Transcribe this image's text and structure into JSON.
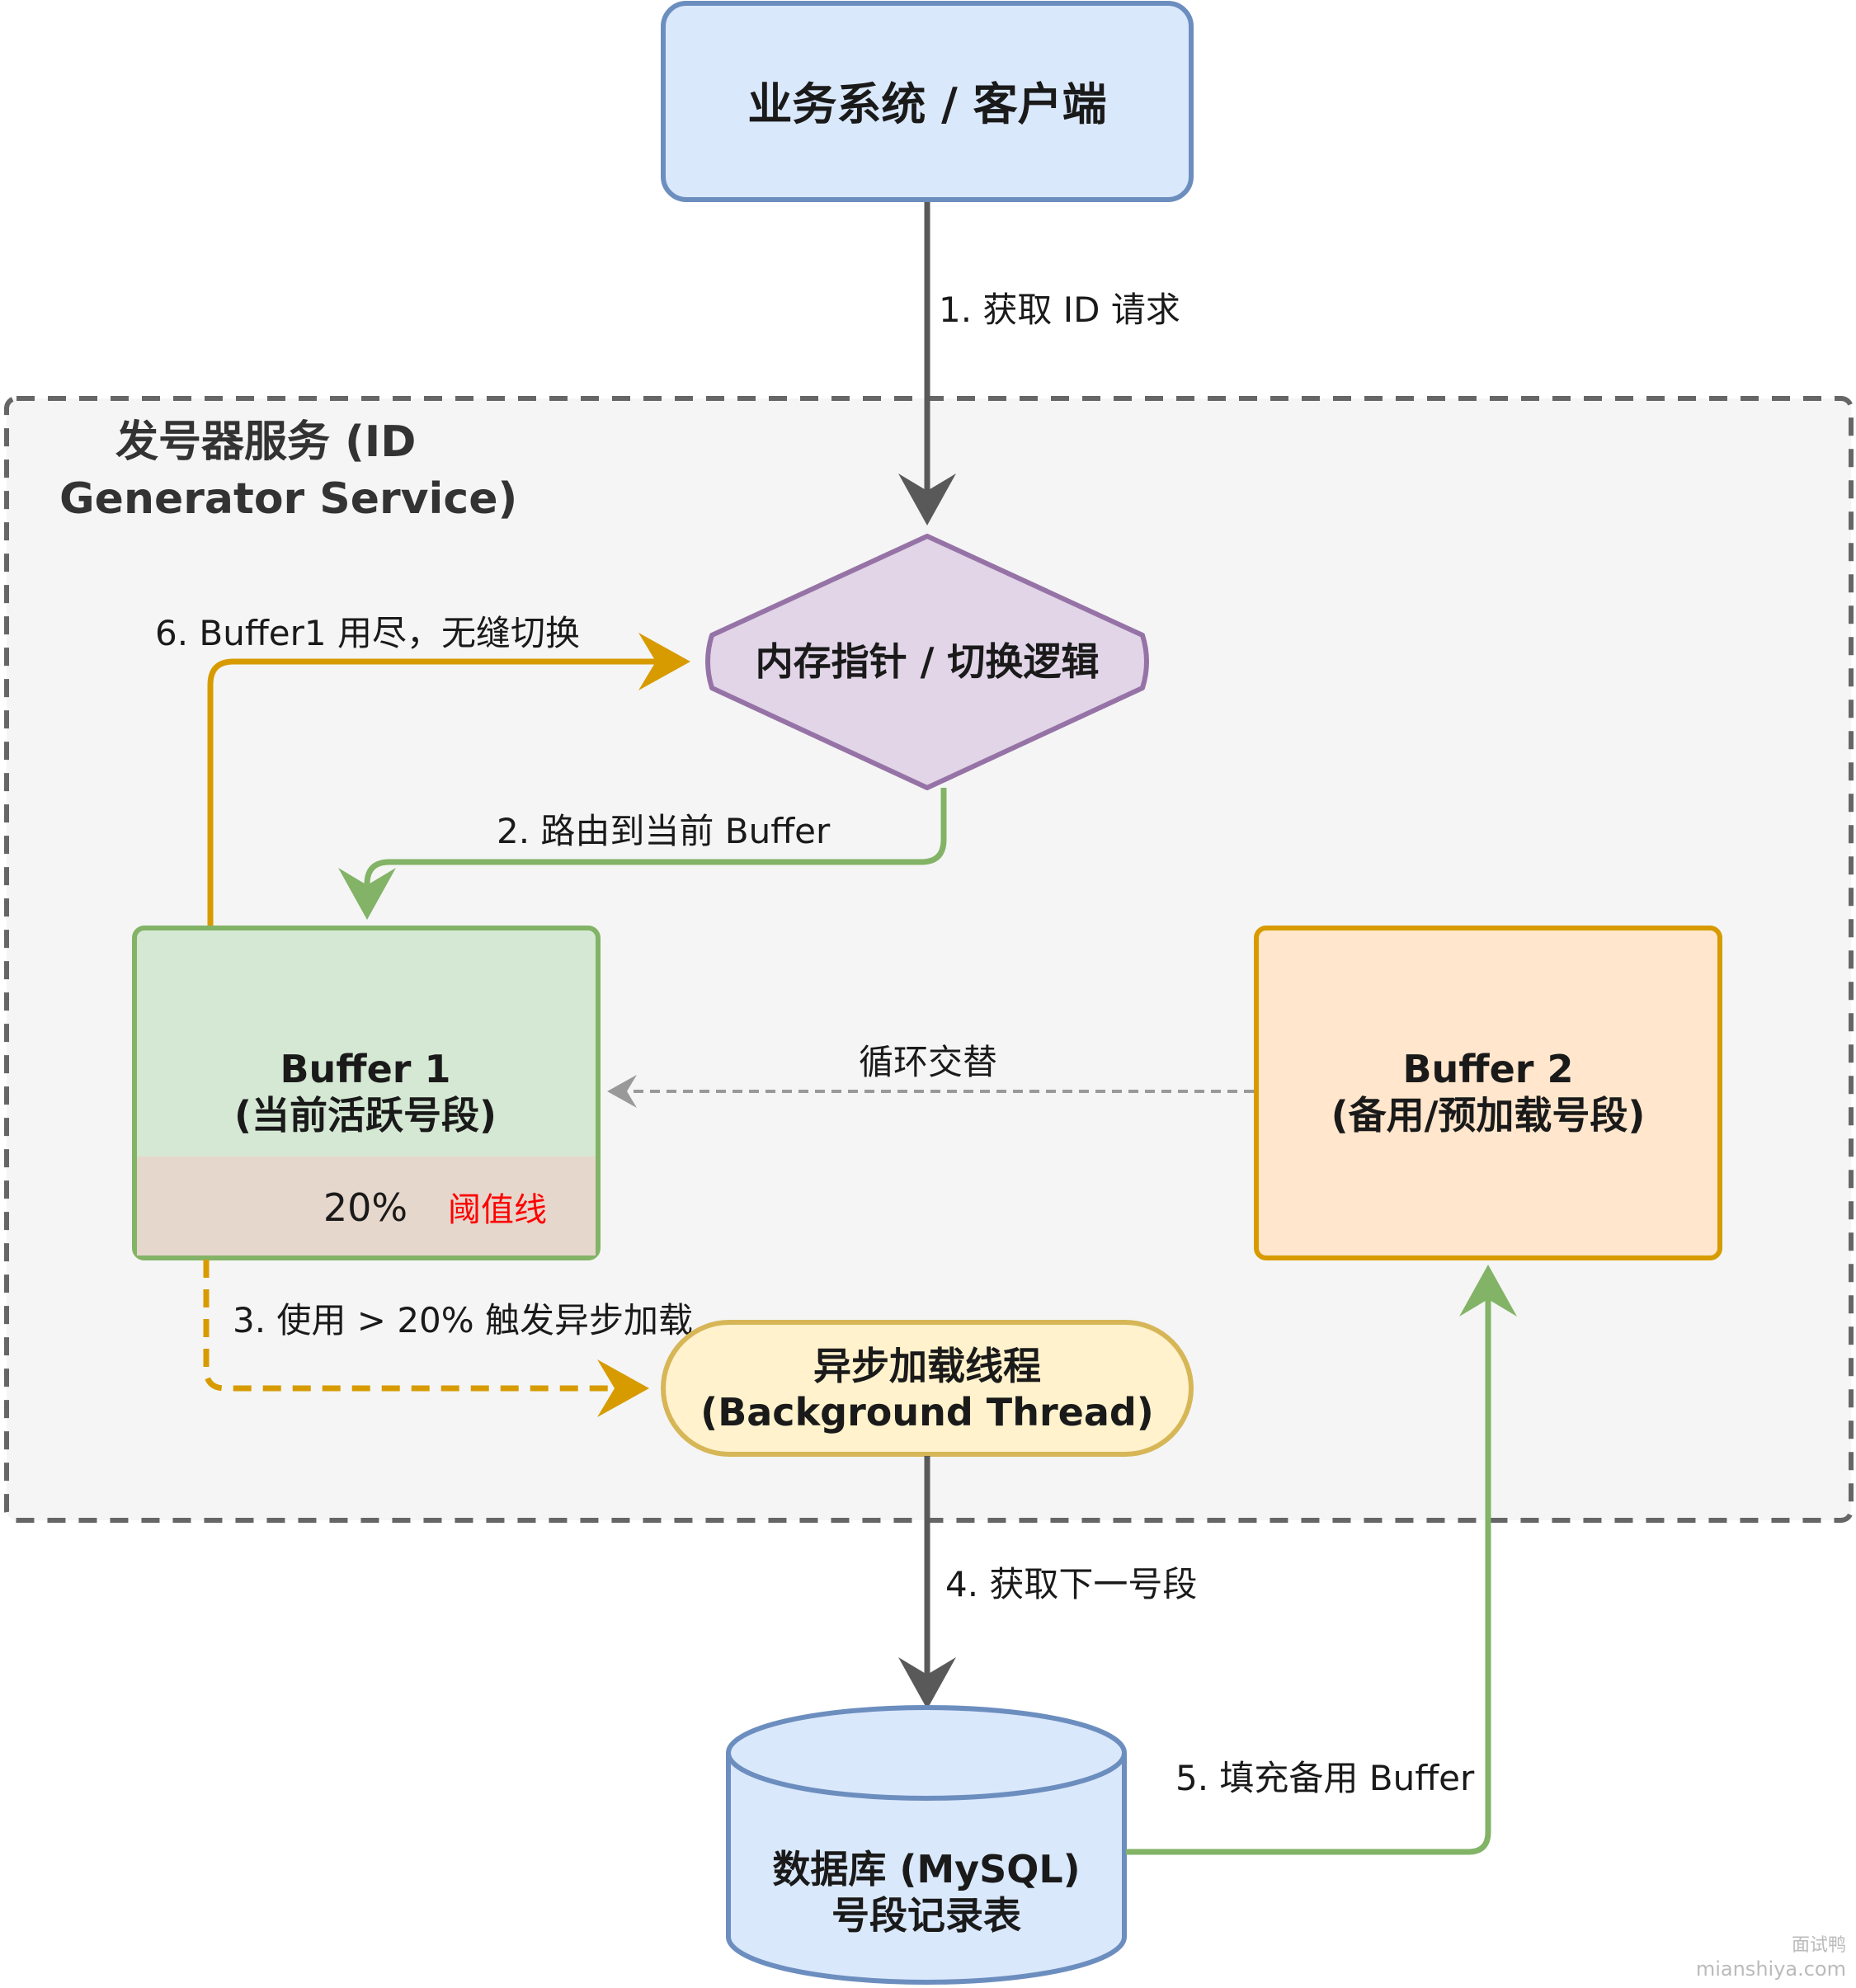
{
  "colors": {
    "client_fill": "#dae8fc",
    "client_stroke": "#6c8ebf",
    "decision_fill": "#e1d5e7",
    "decision_stroke": "#9673a6",
    "buffer1_fill": "#d5e8d4",
    "buffer1_stroke": "#82b366",
    "threshold_fill": "#e6d7cc",
    "buffer2_fill": "#ffe6cc",
    "buffer2_stroke": "#d79b00",
    "thread_fill": "#fff2cc",
    "thread_stroke": "#d6b656",
    "db_fill": "#dae8fc",
    "db_stroke": "#6c8ebf",
    "service_fill": "#f5f5f5",
    "service_stroke": "#666666",
    "arrow_dark": "#595959",
    "arrow_orange": "#d79b00",
    "arrow_green": "#82b366",
    "arrow_gray": "#999999",
    "threshold_label": "#ff0000"
  },
  "nodes": {
    "client": {
      "label": "业务系统 / 客户端"
    },
    "service": {
      "title_line1": "发号器服务 (ID",
      "title_line2": "Generator Service)"
    },
    "switch_logic": {
      "label": "内存指针 / 切换逻辑"
    },
    "buffer1": {
      "line1": "Buffer 1",
      "line2": "(当前活跃号段)",
      "threshold_value": "20%",
      "threshold_label": "阈值线"
    },
    "buffer2": {
      "line1": "Buffer 2",
      "line2": "(备用/预加载号段)"
    },
    "async_thread": {
      "line1": "异步加载线程",
      "line2": "(Background Thread)"
    },
    "database": {
      "line1": "数据库 (MySQL)",
      "line2": "号段记录表"
    }
  },
  "edges": {
    "step1": "1. 获取 ID 请求",
    "step2": "2. 路由到当前 Buffer",
    "step3": "3. 使用 > 20% 触发异步加载",
    "step4": "4. 获取下一号段",
    "step5": "5. 填充备用 Buffer",
    "step6": "6. Buffer1 用尽，无缝切换",
    "cycle": "循环交替"
  },
  "watermark": {
    "line1": "面试鸭",
    "line2": "mianshiya.com"
  }
}
